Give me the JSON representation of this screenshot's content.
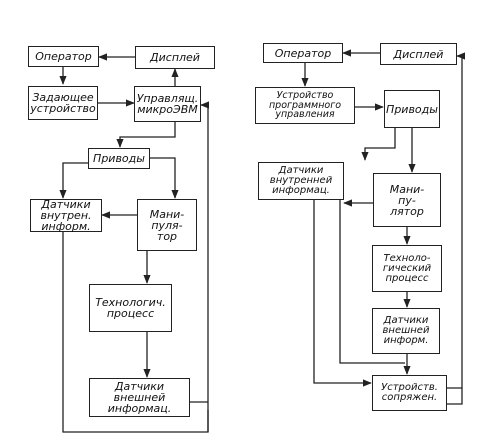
{
  "left": {
    "operator": "Оператор",
    "display": "Дисплей",
    "setter": "Задающее\nустройство",
    "control": "Управлящ.\nмикроЭВМ",
    "drives": "Приводы",
    "internal_sensors": "Датчики\nвнутрен.\nинформ.",
    "manipulator": "Мани-\nпуля-\nтор",
    "process": "Технологич.\nпроцесс",
    "external_sensors": "Датчики\nвнешней\nинформац."
  },
  "right": {
    "operator": "Оператор",
    "display": "Дисплей",
    "program_device": "Устройство\nпрограммного\nуправления",
    "drives": "Приводы",
    "internal_sensors": "Датчики\nвнутренней\nинформац.",
    "manipulator": "Мани-\nпу-\nлятор",
    "process": "Техноло-\nгический\nпроцесс",
    "external_sensors": "Датчики\nвнешней\nинформ.",
    "interface": "Устройств.\nсопряжен."
  }
}
